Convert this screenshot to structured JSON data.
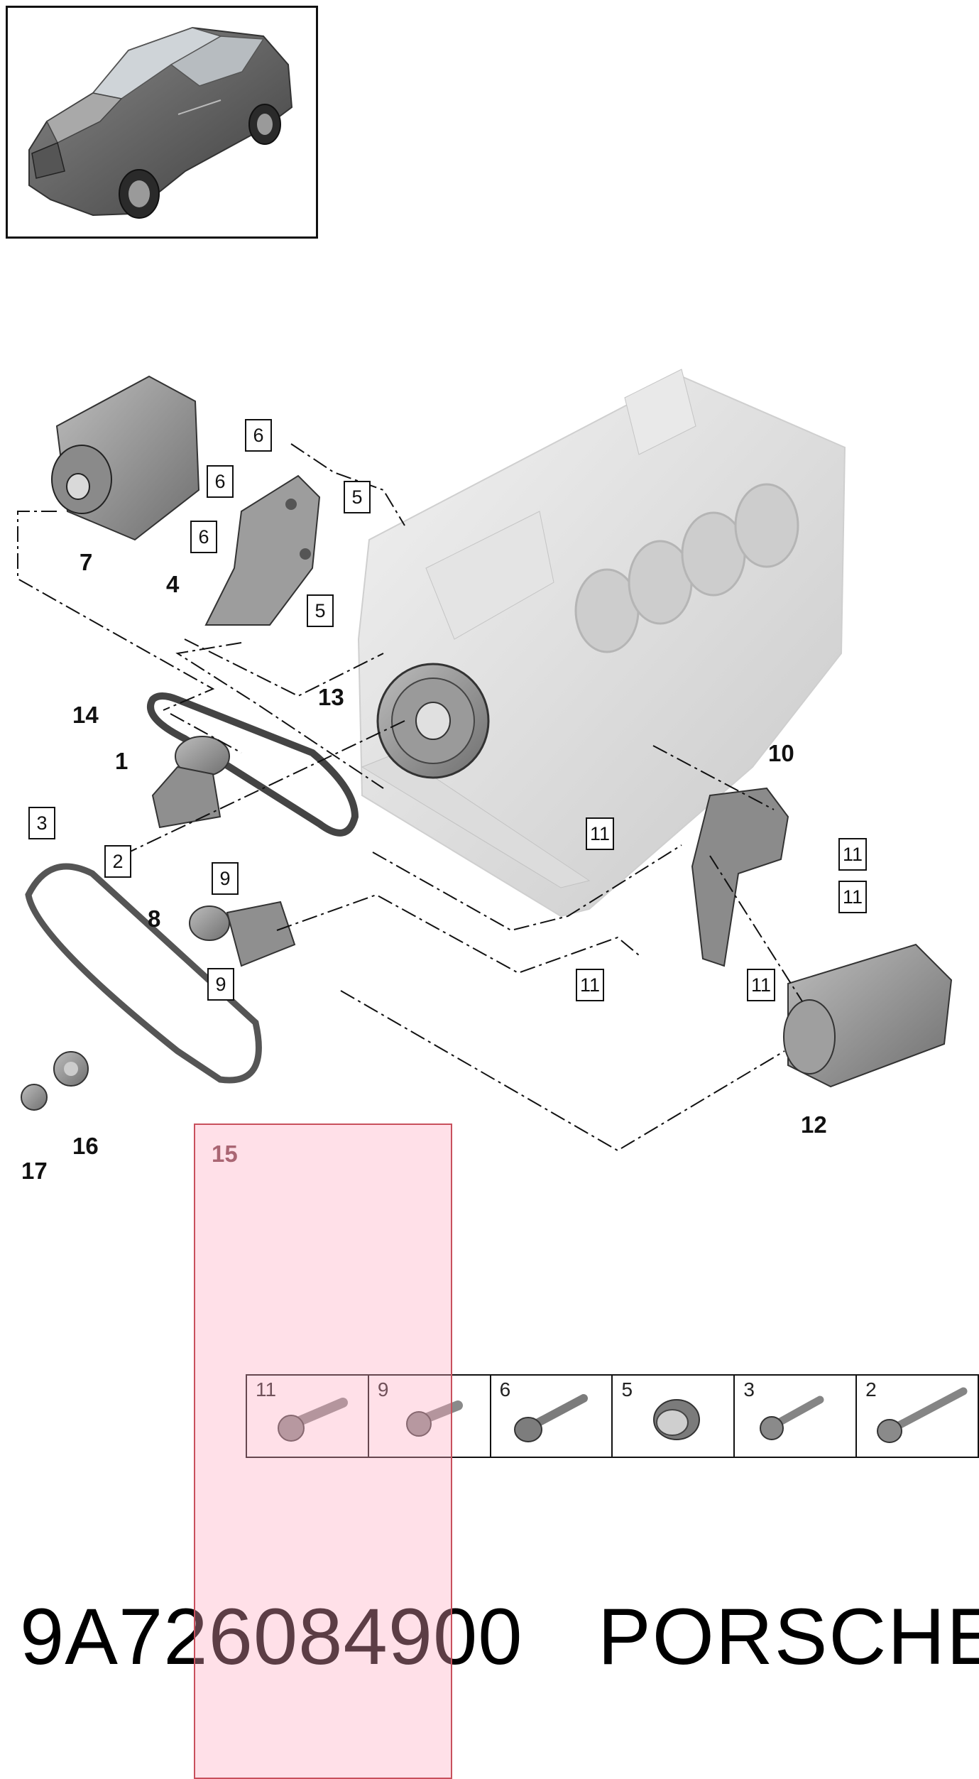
{
  "callout_boxes": {
    "b3": "3",
    "b2": "2",
    "b6a": "6",
    "b6b": "6",
    "b6c": "6",
    "b5a": "5",
    "b5b": "5",
    "b9a": "9",
    "b9b": "9",
    "b11a": "11",
    "b11b": "11",
    "b11c": "11",
    "b11d": "11",
    "b11e": "11"
  },
  "callout_numbers": {
    "n7": "7",
    "n4": "4",
    "n13": "13",
    "n14": "14",
    "n1": "1",
    "n10": "10",
    "n8": "8",
    "n12": "12",
    "n15": "15",
    "n16": "16",
    "n17": "17"
  },
  "hardware_table": {
    "cells": [
      {
        "num": "11",
        "icon": "hex-bolt-short-icon"
      },
      {
        "num": "9",
        "icon": "hex-bolt-short-icon"
      },
      {
        "num": "6",
        "icon": "flange-bolt-icon"
      },
      {
        "num": "5",
        "icon": "bushing-sleeve-icon"
      },
      {
        "num": "3",
        "icon": "torx-bolt-icon"
      },
      {
        "num": "2",
        "icon": "long-bolt-icon"
      }
    ]
  },
  "footer": {
    "part_number": "9A726084900",
    "brand": "PORSCHE"
  },
  "colors": {
    "highlight_fill": "#ffaabe",
    "highlight_border": "#c8505c",
    "line": "#111111",
    "part_gray": "#9a9a9a"
  }
}
